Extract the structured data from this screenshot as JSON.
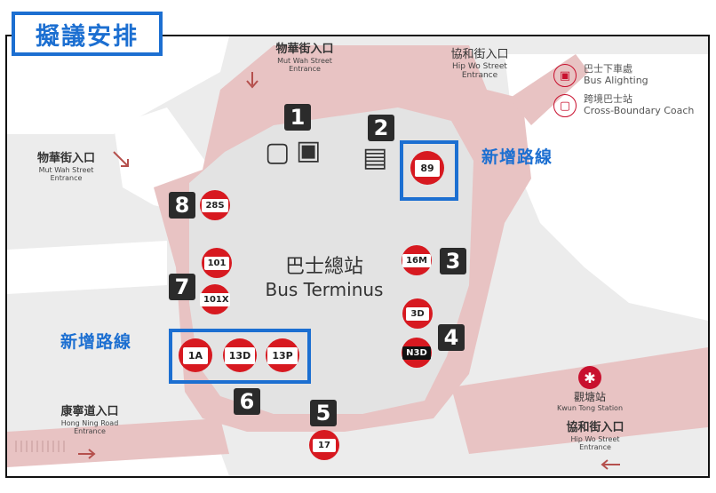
{
  "title": "擬議安排",
  "terminus": {
    "zh": "巴士總站",
    "en": "Bus Terminus"
  },
  "new_route_label": "新增路線",
  "entrances": {
    "mut_wah_top": {
      "zh": "物華街入口",
      "en1": "Mut Wah Street",
      "en2": "Entrance"
    },
    "hip_wo_top": {
      "zh": "協和街入口",
      "en1": "Hip Wo Street",
      "en2": "Entrance"
    },
    "mut_wah_left": {
      "zh": "物華街入口",
      "en1": "Mut Wah Street",
      "en2": "Entrance"
    },
    "hong_ning": {
      "zh": "康寧道入口",
      "en1": "Hong Ning Road",
      "en2": "Entrance"
    },
    "hip_wo_bottom": {
      "zh": "協和街入口",
      "en1": "Hip Wo Street",
      "en2": "Entrance"
    }
  },
  "station": {
    "zh": "觀塘站",
    "en": "Kwun Tong Station"
  },
  "legend": {
    "alighting": {
      "zh": "巴士下車處",
      "en": "Bus Alighting"
    },
    "coach": {
      "zh": "跨境巴士站",
      "en": "Cross-Boundary Coach"
    }
  },
  "stops": {
    "s1": "1",
    "s2": "2",
    "s3": "3",
    "s4": "4",
    "s5": "5",
    "s6": "6",
    "s7": "7",
    "s8": "8"
  },
  "routes": {
    "r89": "89",
    "r28s": "28S",
    "r101": "101",
    "r101x": "101X",
    "r16m": "16M",
    "r3d": "3D",
    "rn3d": "N3D",
    "r1a": "1A",
    "r13d": "13D",
    "r13p": "13P",
    "r17": "17"
  },
  "colors": {
    "route_red": "#d71920",
    "highlight_blue": "#1c6fd1",
    "road_pink": "#e8c3c3"
  }
}
